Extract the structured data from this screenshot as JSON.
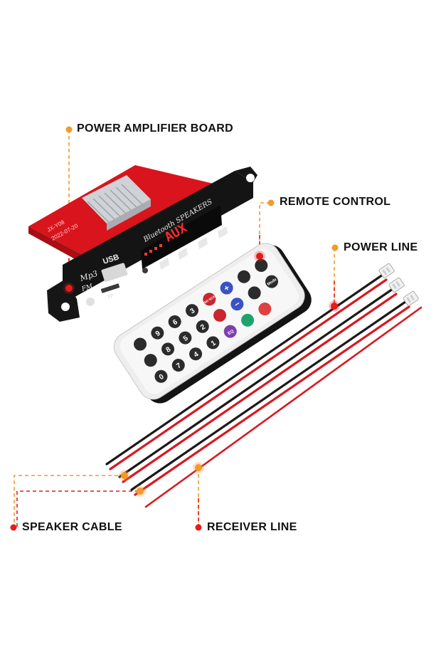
{
  "labels": {
    "power_amplifier_board": "POWER AMPLIFIER BOARD",
    "remote_control": "REMOTE CONTROL",
    "power_line": "POWER LINE",
    "speaker_cable": "SPEAKER CABLE",
    "receiver_line": "RECEIVER LINE"
  },
  "board": {
    "display_text": "AUX",
    "brand_text": "Bluetooth SPEAKERS",
    "usb_label": "USB",
    "mp3_label": "Mp3",
    "fm_label": "FM",
    "tf_label": "TF",
    "model_text": "JX-Y08",
    "date_text": "2022-07-20"
  },
  "remote": {
    "mode_label": "Mode",
    "eq_label": "EQ",
    "usd_scan_label": "USD SCAN",
    "digits": [
      "0",
      "1",
      "2",
      "3",
      "4",
      "5",
      "6",
      "7",
      "8",
      "9"
    ]
  },
  "colors": {
    "accent_orange": "#f39a2d",
    "leader_red": "#e31c1c",
    "board_red": "#d9141c",
    "wire_red": "#d71920",
    "wire_black": "#1a1a1a"
  }
}
